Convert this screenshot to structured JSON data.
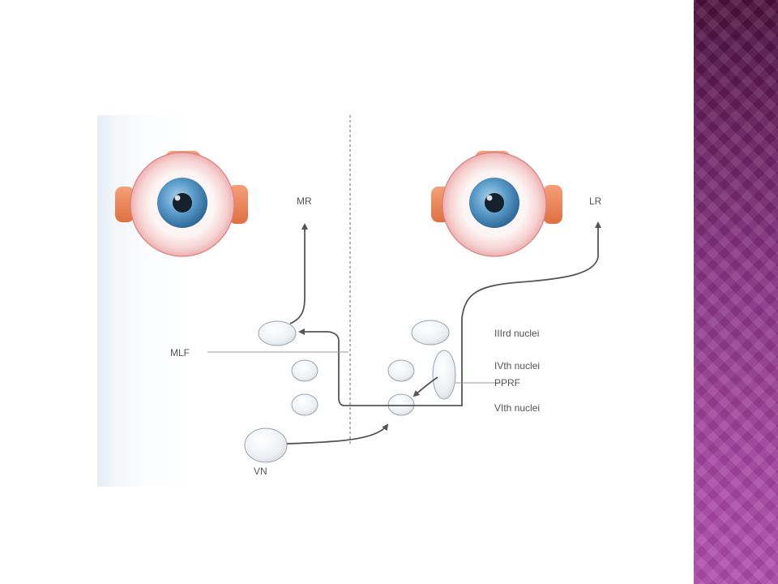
{
  "diagram": {
    "labels": {
      "mr": "MR",
      "lr": "LR",
      "mlf": "MLF",
      "iiird": "IIIrd nuclei",
      "ivth": "IVth nuclei",
      "pprf": "PPRF",
      "vith": "VIth nuclei",
      "vn": "VN"
    }
  },
  "colors": {
    "slide_background": "#ffffff",
    "band_top": "#4a0f3d",
    "band_bottom": "#b04cac",
    "eye_muscle": "#e8845a",
    "iris": "#5a9ac8",
    "pathway": "#555555"
  }
}
